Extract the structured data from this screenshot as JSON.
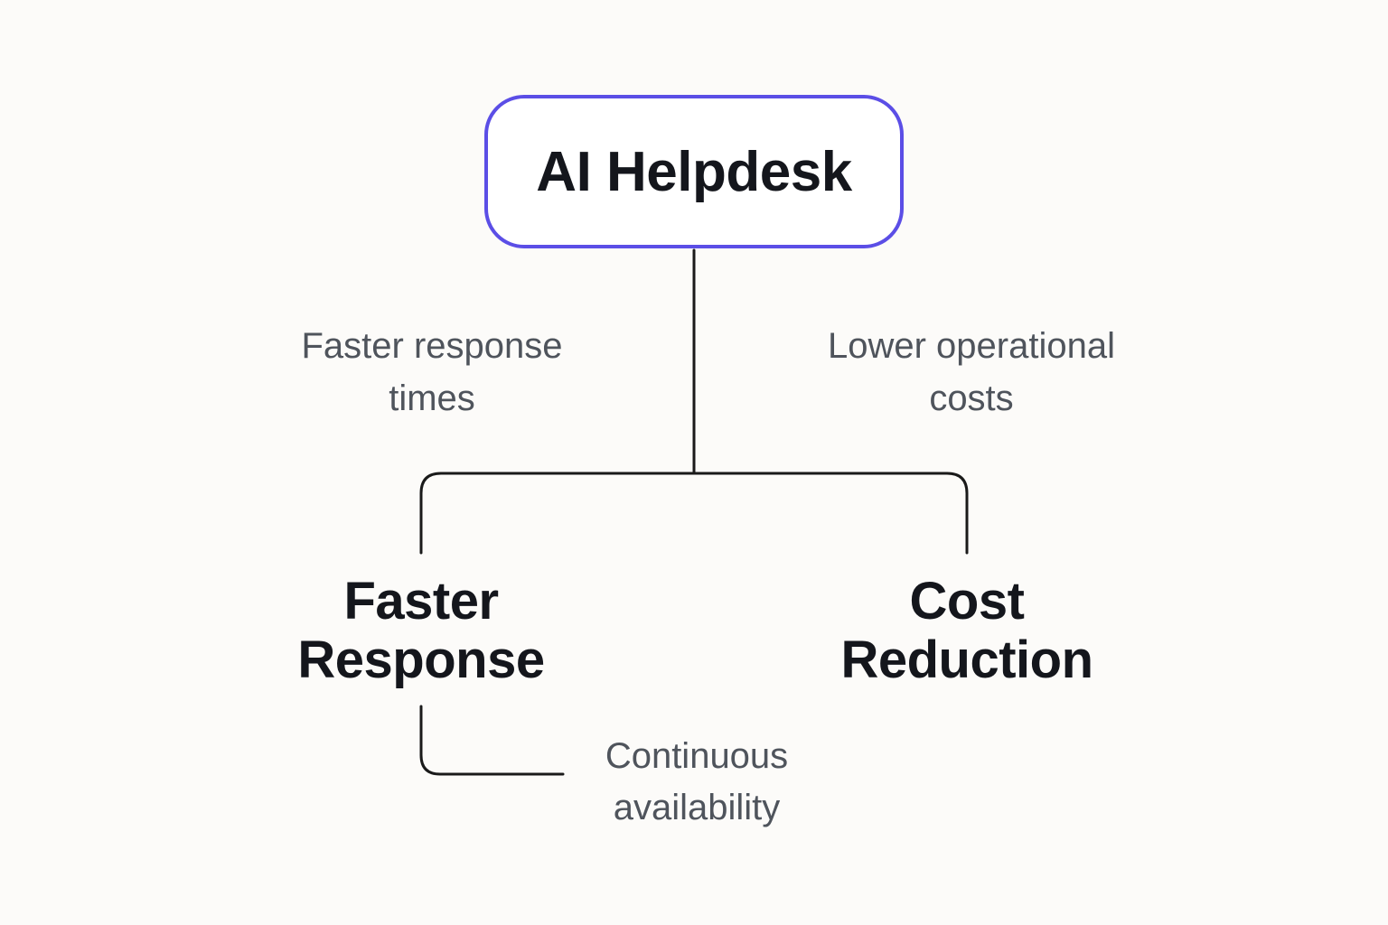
{
  "root": {
    "label": "AI Helpdesk"
  },
  "edges": {
    "left_label_line1": "Faster response",
    "left_label_line2": "times",
    "right_label_line1": "Lower operational",
    "right_label_line2": "costs"
  },
  "branches": {
    "left": {
      "title_line1": "Faster",
      "title_line2": "Response",
      "note_line1": "Continuous",
      "note_line2": "availability"
    },
    "right": {
      "title_line1": "Cost",
      "title_line2": "Reduction"
    }
  },
  "colors": {
    "root_border": "#5b4ee6",
    "line": "#1a1a1a",
    "heading_text": "#14161c",
    "secondary_text": "#4f545c",
    "background": "#fcfbf9"
  }
}
